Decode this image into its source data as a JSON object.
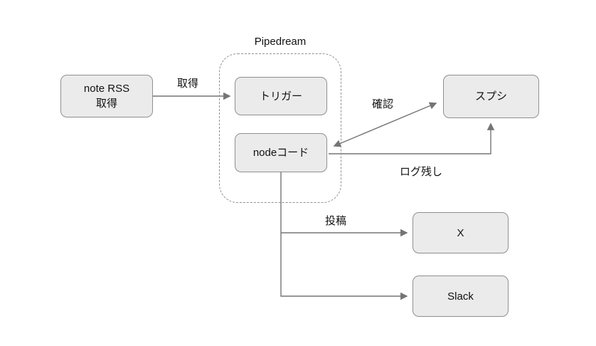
{
  "diagram": {
    "group_title": "Pipedream",
    "nodes": {
      "note_rss": "note RSS\n取得",
      "trigger": "トリガー",
      "node_code": "nodeコード",
      "spreadsheet": "スプシ",
      "x_service": "X",
      "slack": "Slack"
    },
    "edge_labels": {
      "fetch": "取得",
      "confirm": "確認",
      "log": "ログ残し",
      "post": "投稿"
    },
    "colors": {
      "node_fill": "#ebebeb",
      "node_border": "#8f8f8f",
      "connector": "#757575",
      "group_border": "#8f8f8f",
      "text": "#111111",
      "background": "#ffffff"
    }
  }
}
